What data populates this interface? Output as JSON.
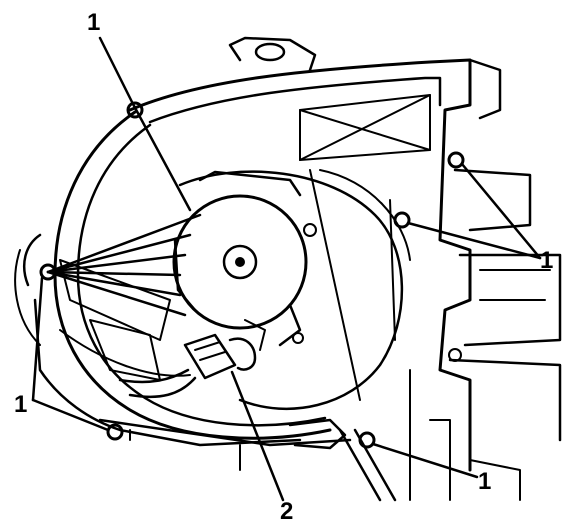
{
  "diagram": {
    "callouts": [
      {
        "id": "c1",
        "text": "1"
      },
      {
        "id": "c2",
        "text": "1"
      },
      {
        "id": "c3",
        "text": "1"
      },
      {
        "id": "c4",
        "text": "1"
      },
      {
        "id": "c5",
        "text": "2"
      }
    ]
  }
}
